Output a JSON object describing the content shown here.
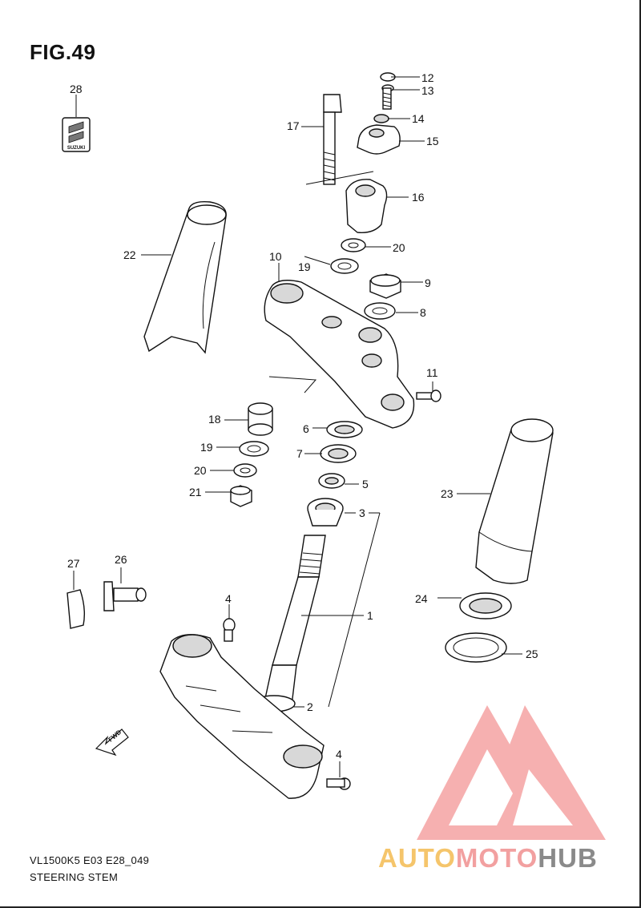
{
  "figure": {
    "title": "FIG.49"
  },
  "footer": {
    "code": "VL1500K5 E03 E28_049",
    "name": "STEERING STEM"
  },
  "watermark": {
    "part_a": "AUTO",
    "part_m": "MOTO",
    "part_h": "HUB",
    "colors": [
      "#f5c56b",
      "#f2a0a0",
      "#8a8a8a"
    ]
  },
  "emblem": {
    "text": "SUZUKI"
  },
  "direction": {
    "text": "FWD"
  },
  "callouts": {
    "c1": "1",
    "c2": "2",
    "c3": "3",
    "c4a": "4",
    "c4b": "4",
    "c5": "5",
    "c6": "6",
    "c7": "7",
    "c8": "8",
    "c9": "9",
    "c10": "10",
    "c11": "11",
    "c12": "12",
    "c13": "13",
    "c14": "14",
    "c15": "15",
    "c16": "16",
    "c17": "17",
    "c18": "18",
    "c19a": "19",
    "c19b": "19",
    "c20a": "20",
    "c20b": "20",
    "c21": "21",
    "c22": "22",
    "c23": "23",
    "c24": "24",
    "c25": "25",
    "c26": "26",
    "c27": "27",
    "c28": "28"
  }
}
